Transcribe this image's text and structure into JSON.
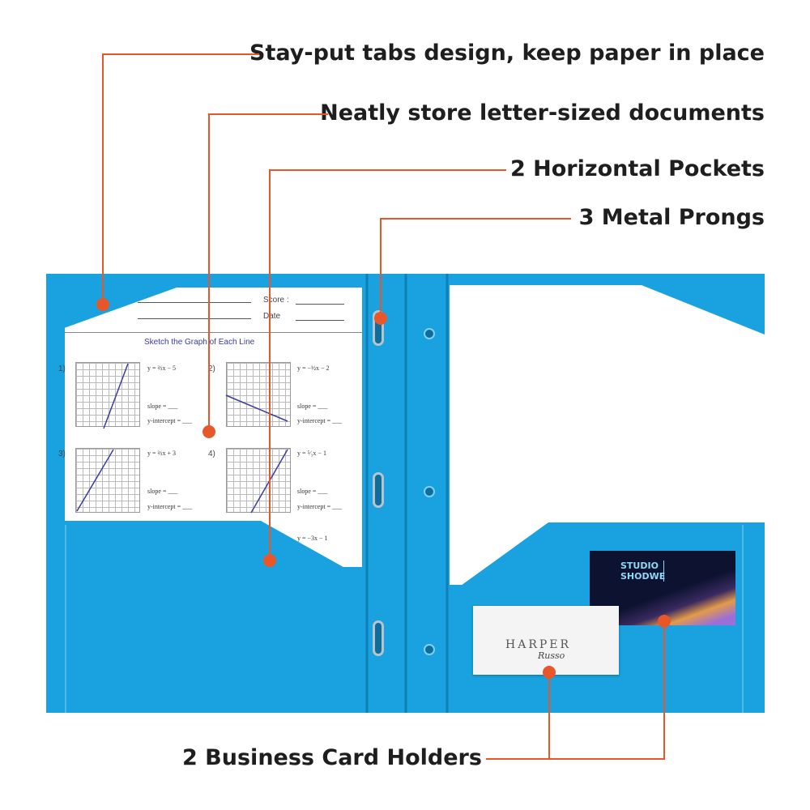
{
  "callouts": {
    "tabs": "Stay-put tabs design, keep paper in place",
    "documents": "Neatly store letter-sized documents",
    "pockets": "2 Horizontal Pockets",
    "prongs": "3 Metal Prongs",
    "card_holders": "2 Business Card Holders"
  },
  "worksheet": {
    "score_label": "Score :",
    "date_label": "Date",
    "title": "Sketch the Graph of Each Line",
    "problems": [
      {
        "num": "1)",
        "eq": "y = ⅔x − 5",
        "slope": "slope = ___",
        "intercept": "y-intercept = ___"
      },
      {
        "num": "2)",
        "eq": "y = −½x − 2",
        "slope": "slope = ___",
        "intercept": "y-intercept = ___"
      },
      {
        "num": "3)",
        "eq": "y = ⅔x + 3",
        "slope": "slope = ___",
        "intercept": "y-intercept = ___"
      },
      {
        "num": "4)",
        "eq": "y = ⁵⁄₃x − 1",
        "slope": "slope = ___",
        "intercept": "y-intercept = ___"
      }
    ],
    "extra_eq": "y = −3x − 1"
  },
  "cards": {
    "studio_line1": "STUDIO",
    "studio_line2": "SHODWE",
    "harper": "HARPER",
    "harper_script": "Russo"
  },
  "colors": {
    "folder": "#19a2df",
    "callout": "#e8572a"
  }
}
